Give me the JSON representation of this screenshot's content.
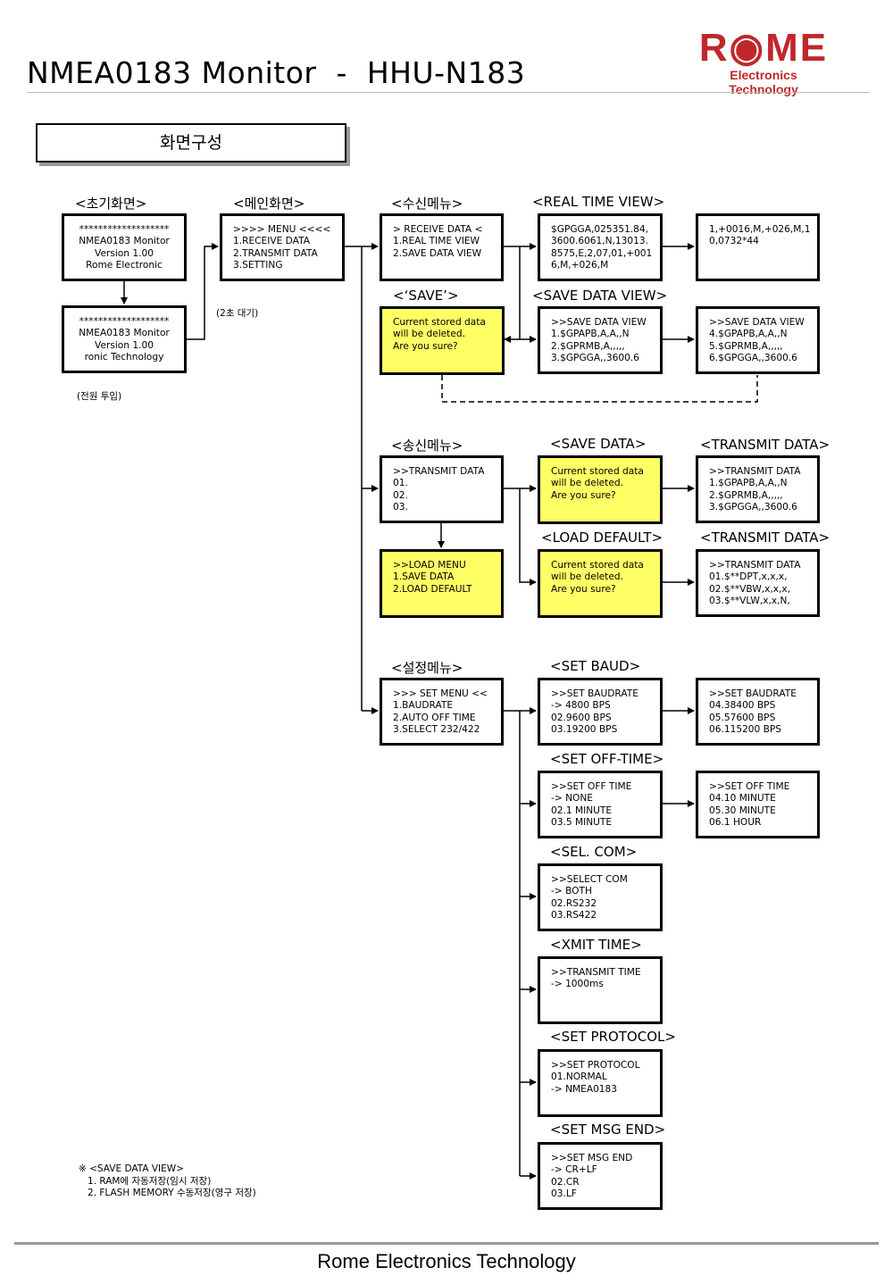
{
  "header": {
    "title": "NMEA0183 Monitor  -  HHU-N183",
    "logo_brand": "R◉ME",
    "logo_sub": "Electronics Technology"
  },
  "section_title": "화면구성",
  "labels": {
    "init": "<초기화면>",
    "main": "<메인화면>",
    "recv": "<수신메뉴>",
    "realtime": "<REAL TIME VIEW>",
    "save_q": "<‘SAVE’>",
    "savedataview": "<SAVE DATA VIEW>",
    "send": "<송신메뉴>",
    "savedata": "<SAVE DATA>",
    "transmit1": "<TRANSMIT DATA>",
    "loaddefault": "<LOAD DEFAULT>",
    "transmit2": "<TRANSMIT DATA>",
    "setup": "<설정메뉴>",
    "setbaud": "<SET BAUD>",
    "setoff": "<SET OFF-TIME>",
    "selcom": "<SEL. COM>",
    "xmit": "<XMIT TIME>",
    "setproto": "<SET PROTOCOL>",
    "setmsg": "<SET MSG END>"
  },
  "notes": {
    "wait": "(2초 대기)",
    "power": "(전원 투입)"
  },
  "boxes": {
    "init1": "*******************\nNMEA0183 Monitor\nVersion 1.00\nRome Electronic",
    "init2": "*******************\nNMEA0183 Monitor\nVersion 1.00\nronic Technology",
    "main": ">>>> MENU <<<<\n1.RECEIVE DATA\n2.TRANSMIT DATA\n3.SETTING",
    "recv": "> RECEIVE DATA <\n1.REAL TIME VIEW\n2.SAVE DATA VIEW",
    "rt1": "$GPGGA,025351.84,\n3600.6061,N,13013.\n8575,E,2,07,01,+001\n6,M,+026,M",
    "rt2": "1,+0016,M,+026,M,1\n0,0732*44",
    "save_q": "Current stored data\nwill be deleted.\nAre you sure?",
    "sdv1": ">>SAVE DATA VIEW\n1.$GPAPB,A,A,,N\n2.$GPRMB,A,,,,,\n3.$GPGGA,,3600.6",
    "sdv2": ">>SAVE DATA VIEW\n4.$GPAPB,A,A,,N\n5.$GPRMB,A,,,,,\n6.$GPGGA,,3600.6",
    "send": ">>TRANSMIT DATA\n01.\n02.\n03.",
    "savedata": "Current stored data\nwill be deleted.\nAre you sure?",
    "tx1": ">>TRANSMIT DATA\n1.$GPAPB,A,A,,N\n2.$GPRMB,A,,,,,\n3.$GPGGA,,3600.6",
    "loadmenu": ">>LOAD MENU\n1.SAVE DATA\n2.LOAD DEFAULT",
    "loaddefault": "Current stored data\nwill be deleted.\nAre you sure?",
    "tx2": ">>TRANSMIT DATA\n01.$**DPT,x,x,x,\n02.$**VBW,x,x,x,\n03.$**VLW,x,x,N,",
    "setup": ">>> SET MENU <<\n1.BAUDRATE\n2.AUTO OFF TIME\n3.SELECT 232/422",
    "baud1": ">>SET BAUDRATE\n-> 4800 BPS\n02.9600 BPS\n03.19200 BPS",
    "baud2": ">>SET BAUDRATE\n04.38400 BPS\n05.57600 BPS\n06.115200 BPS",
    "off1": ">>SET OFF TIME\n-> NONE\n02.1 MINUTE\n03.5 MINUTE",
    "off2": ">>SET OFF TIME\n04.10 MINUTE\n05.30 MINUTE\n06.1 HOUR",
    "selcom": ">>SELECT COM\n-> BOTH\n02.RS232\n03.RS422",
    "xmit": ">>TRANSMIT TIME\n-> 1000ms",
    "proto": ">>SET PROTOCOL\n01.NORMAL\n-> NMEA0183",
    "msgend": ">>SET MSG END\n-> CR+LF\n02.CR\n03.LF"
  },
  "footnote": "※ <SAVE DATA VIEW>\n   1. RAM에 자동저장(임시 저장)\n   2. FLASH MEMORY 수동저장(영구 저장)",
  "footer": "Rome Electronics Technology",
  "colors": {
    "brand": "#c0272d",
    "highlight": "#ffff66"
  }
}
